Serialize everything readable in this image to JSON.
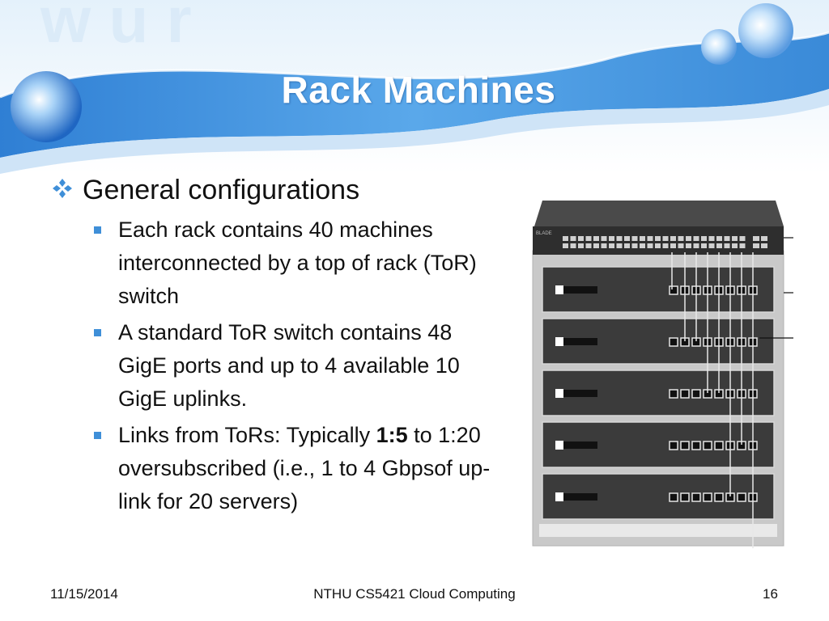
{
  "slide": {
    "title": "Rack Machines",
    "bullets": {
      "level1": "General configurations",
      "items": [
        {
          "text": "Each rack contains 40 machines interconnected by a top of rack (ToR) switch"
        },
        {
          "text": "A standard ToR switch contains 48 GigE ports and up to 4 available 10 GigE uplinks."
        },
        {
          "text_before": "Links from ToRs: Typically ",
          "bold": "1:5",
          "text_after": " to 1:20 oversubscribed (i.e., 1 to 4 Gbpsof up-link for 20 servers)"
        }
      ]
    },
    "footer": {
      "date": "11/15/2014",
      "center": "NTHU CS5421 Cloud Computing",
      "page": "16"
    }
  },
  "colors": {
    "banner_blue": "#4d9de3",
    "bullet_blue": "#3f8fd8",
    "rack_frame": "#c9c9c9",
    "server_unit": "#3b3b3b"
  },
  "image": {
    "icon": "rack-server-switch-illustration"
  }
}
